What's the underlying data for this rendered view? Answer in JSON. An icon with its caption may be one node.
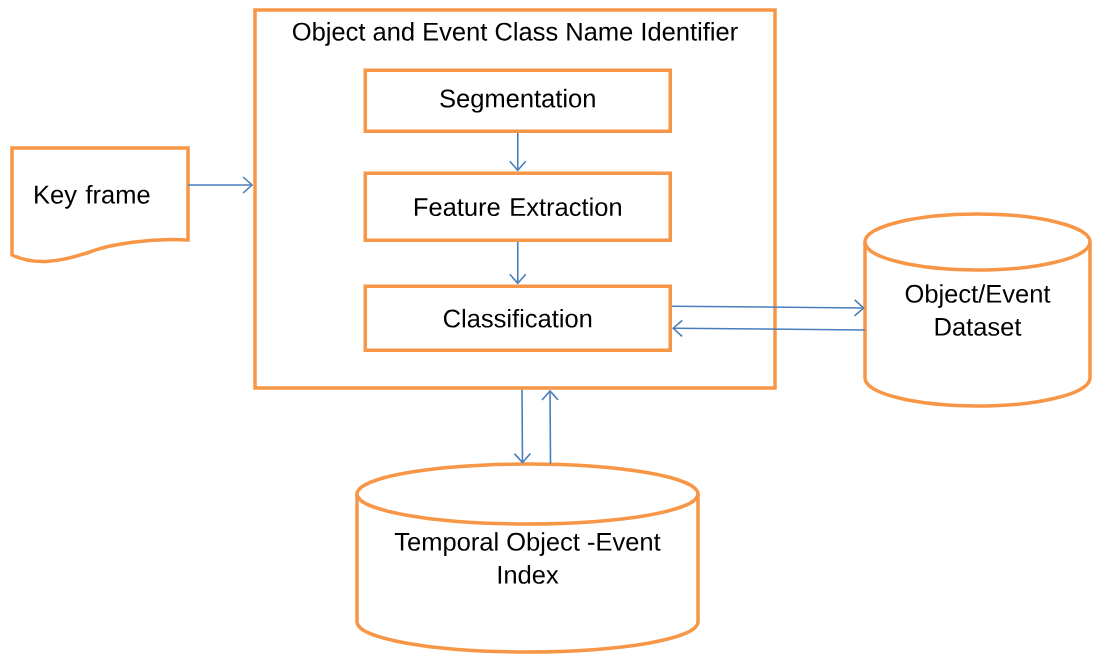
{
  "diagram": {
    "nodes": [
      {
        "text": [
          "Key frame"
        ]
      },
      {
        "text": [
          "Object and Event Class Name Identifier"
        ]
      },
      {
        "text": [
          "Segmentation"
        ],
        "in": 1
      },
      {
        "text": [
          "Feature Extraction"
        ],
        "in": 1
      },
      {
        "text": [
          "Classification"
        ],
        "in": 1
      },
      {
        "text": [
          "Object/Event Dataset"
        ]
      },
      {
        "text": [
          "Temporal Object -Event Index"
        ]
      }
    ],
    "edges": [
      {
        "from": 0,
        "to": 1,
        "arrow": "to"
      },
      {
        "from": 2,
        "to": 3,
        "arrow": "to"
      },
      {
        "from": 3,
        "to": 4,
        "arrow": "to"
      },
      {
        "from": 4,
        "to": 5,
        "arrow": "to"
      },
      {
        "from": 5,
        "to": 4,
        "arrow": "to"
      },
      {
        "from": 1,
        "to": 6,
        "arrow": "to"
      },
      {
        "from": 6,
        "to": 1,
        "arrow": "to"
      }
    ]
  }
}
